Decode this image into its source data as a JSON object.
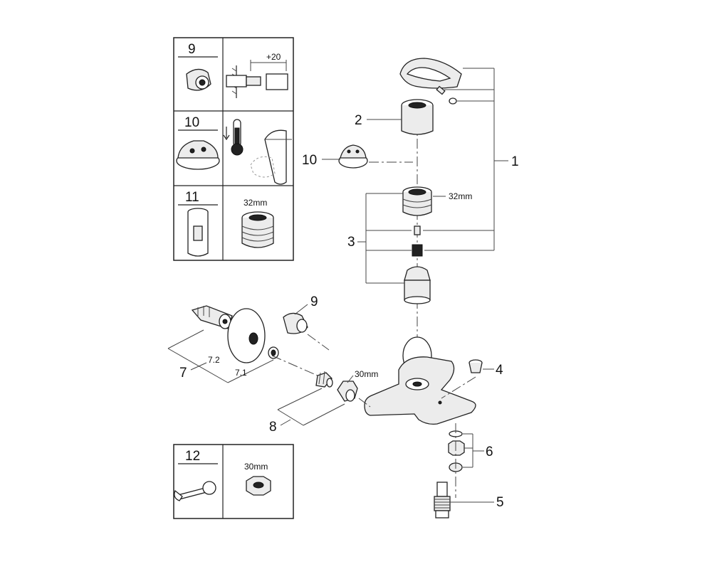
{
  "legend_boxes": {
    "box9": {
      "number": "9",
      "dimension": "+20"
    },
    "box10": {
      "number": "10"
    },
    "box11": {
      "number": "11",
      "dimension": "32mm"
    },
    "box12": {
      "number": "12",
      "dimension": "30mm"
    }
  },
  "callouts": {
    "c1": "1",
    "c2": "2",
    "c3": "3",
    "c4": "4",
    "c5": "5",
    "c6": "6",
    "c7": "7",
    "c7_1": "7.1",
    "c7_2": "7.2",
    "c8": "8",
    "c9": "9",
    "c10": "10",
    "cartridge_size": "32mm",
    "nut_size": "30mm"
  }
}
